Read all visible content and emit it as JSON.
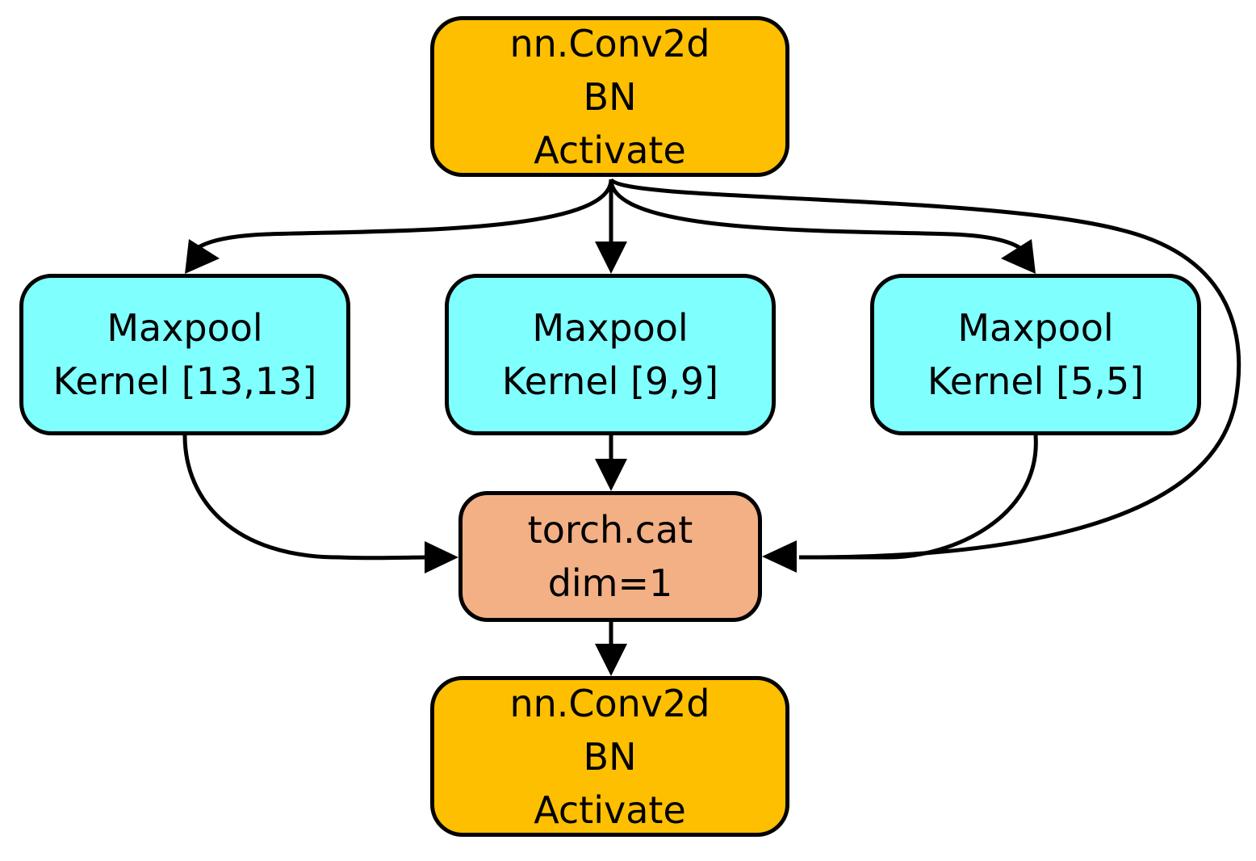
{
  "colors": {
    "conv_fill": "#FDBF00",
    "pool_fill": "#80FFFF",
    "cat_fill": "#F2B084",
    "edge": "#000000"
  },
  "nodes": {
    "top": {
      "lines": [
        "nn.Conv2d",
        "BN",
        "Activate"
      ]
    },
    "pool_13": {
      "lines": [
        "Maxpool",
        "Kernel [13,13]"
      ]
    },
    "pool_9": {
      "lines": [
        "Maxpool",
        "Kernel [9,9]"
      ]
    },
    "pool_5": {
      "lines": [
        "Maxpool",
        "Kernel [5,5]"
      ]
    },
    "cat": {
      "lines": [
        "torch.cat",
        "dim=1"
      ]
    },
    "bottom": {
      "lines": [
        "nn.Conv2d",
        "BN",
        "Activate"
      ]
    }
  },
  "edges": [
    {
      "from": "top",
      "to": "pool_13"
    },
    {
      "from": "top",
      "to": "pool_9"
    },
    {
      "from": "top",
      "to": "pool_5"
    },
    {
      "from": "top",
      "to": "cat"
    },
    {
      "from": "pool_13",
      "to": "cat"
    },
    {
      "from": "pool_9",
      "to": "cat"
    },
    {
      "from": "pool_5",
      "to": "cat"
    },
    {
      "from": "cat",
      "to": "bottom"
    }
  ]
}
